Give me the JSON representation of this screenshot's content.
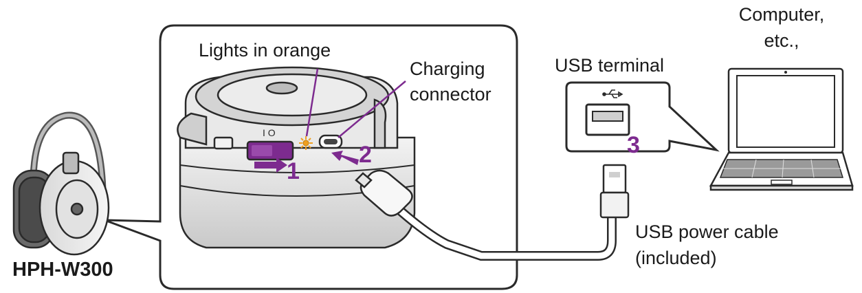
{
  "labels": {
    "lights": "Lights in orange",
    "charging_line1": "Charging",
    "charging_line2": "connector",
    "usb_terminal": "USB terminal",
    "computer_line1": "Computer,",
    "computer_line2": "etc.,",
    "cable_line1": "USB power cable",
    "cable_line2": "(included)",
    "model": "HPH-W300"
  },
  "steps": [
    "1",
    "2",
    "3"
  ],
  "colors": {
    "accent": "#7d2b8f",
    "led": "#f0a020",
    "outline": "#2a2a2a"
  },
  "icons": {
    "switch": "I O",
    "usb": "usb-symbol"
  }
}
